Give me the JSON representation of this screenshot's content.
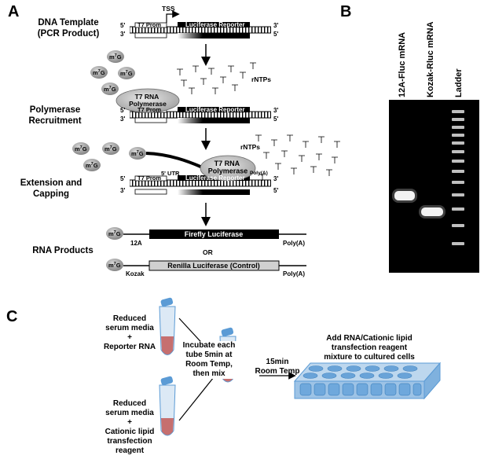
{
  "panel_a": {
    "label": "A",
    "steps": {
      "template": "DNA Template\n(PCR Product)",
      "recruitment": "Polymerase\nRecruitment",
      "extension": "Extension and\nCapping",
      "products": "RNA Products"
    },
    "tss": "TSS",
    "five_prime": "5'",
    "three_prime": "3'",
    "t7_prom": "T7 Prom",
    "luciferase_reporter": "Luciferase Reporter",
    "cap": "m7G",
    "rntps": "rNTPs",
    "t7_rna_polymerase": "T7 RNA\nPolymerase",
    "utr5": "5' UTR",
    "polya": "Poly(A)",
    "firefly": "Firefly Luciferase",
    "renilla": "Renilla Luciferase (Control)",
    "label_12a": "12A",
    "kozak": "Kozak",
    "or": "OR"
  },
  "panel_b": {
    "label": "B",
    "lanes": [
      "12A-Fluc mRNA",
      "Kozak-Rluc mRNA",
      "Ladder"
    ]
  },
  "panel_c": {
    "label": "C",
    "tube1": "Reduced\nserum media\n+\nReporter RNA",
    "tube2": "Reduced\nserum media\n+\nCationic lipid\ntransfection\nreagent",
    "incubate": "Incubate each\ntube 5min at\nRoom Temp,\nthen mix",
    "wait": "15min\nRoom Temp",
    "add": "Add RNA/Cationic lipid\ntransfection reagent\nmixture to cultured cells"
  },
  "colors": {
    "tube_blue": "#5b9bd5",
    "sample_red": "#c0504d",
    "plate_blue": "#9dc3e6",
    "gel_band": "#f2f2f2",
    "gel_background": "#000000"
  }
}
